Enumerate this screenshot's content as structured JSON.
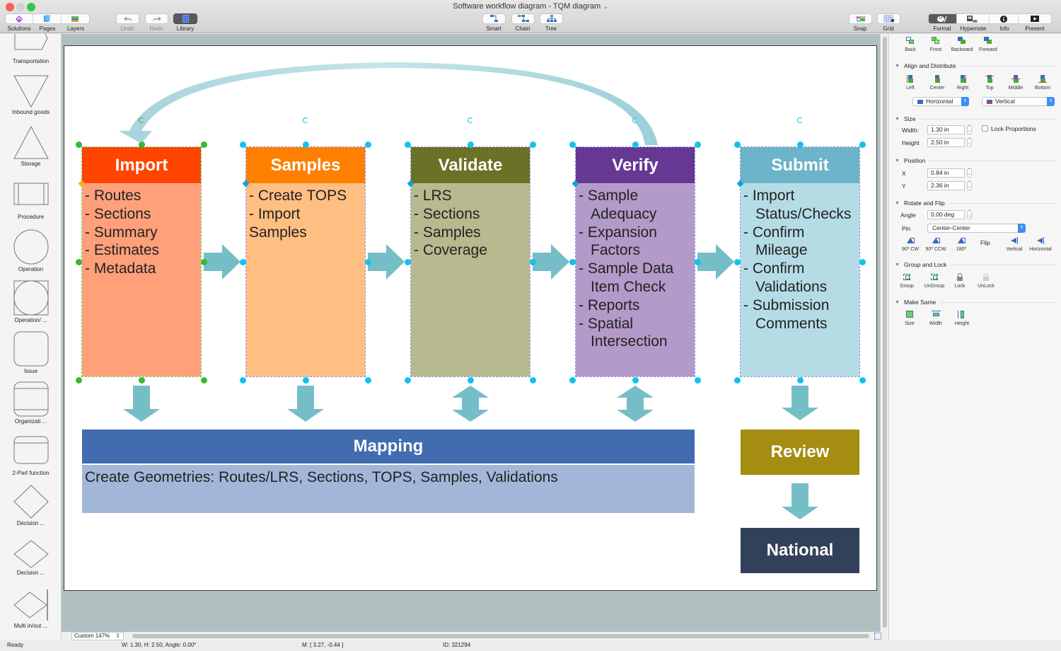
{
  "window": {
    "title": "Software workflow diagram - TQM diagram",
    "title_chevron": "⌄"
  },
  "toolbar": {
    "left_group": [
      {
        "id": "solutions",
        "label": "Solutions",
        "icon": "solutions-icon"
      },
      {
        "id": "pages",
        "label": "Pages",
        "icon": "pages-icon"
      },
      {
        "id": "layers",
        "label": "Layers",
        "icon": "layers-icon"
      }
    ],
    "undo_label": "Undo",
    "redo_label": "Redo",
    "library_label": "Library",
    "center_group": [
      {
        "id": "smart",
        "label": "Smart"
      },
      {
        "id": "chain",
        "label": "Chain"
      },
      {
        "id": "tree",
        "label": "Tree"
      }
    ],
    "snap_label": "Snap",
    "grid_label": "Grid",
    "right_group": [
      {
        "id": "format",
        "label": "Format",
        "active": true
      },
      {
        "id": "hypernote",
        "label": "Hypernote"
      },
      {
        "id": "info",
        "label": "Info"
      },
      {
        "id": "present",
        "label": "Present"
      }
    ]
  },
  "library": {
    "items": [
      {
        "label": "Transportation",
        "shape": "arrow-pentagon"
      },
      {
        "label": "Inbound goods",
        "shape": "triangle-down"
      },
      {
        "label": "Storage",
        "shape": "triangle-up"
      },
      {
        "label": "Procedure",
        "shape": "rect-bars"
      },
      {
        "label": "Operation",
        "shape": "circle"
      },
      {
        "label": "Operation/ ...",
        "shape": "circle-square"
      },
      {
        "label": "Issue",
        "shape": "rounded-square"
      },
      {
        "label": "Organizati ...",
        "shape": "rounded-bands"
      },
      {
        "label": "2-Part function",
        "shape": "rounded-top-band"
      },
      {
        "label": "Decision ...",
        "shape": "diamond"
      },
      {
        "label": "Decision ...",
        "shape": "diamond-flat"
      },
      {
        "label": "Multi in/out ...",
        "shape": "diamond-bar"
      }
    ]
  },
  "diagram": {
    "arrow_color": "#76bec7",
    "loop_arrow": {
      "from": "Verify",
      "to": "Import"
    },
    "processes": [
      {
        "title": "Import",
        "header_color": "#ff4500",
        "body_color": "#ffa07a",
        "selected_style": "green",
        "lines": [
          {
            "t": "- Routes"
          },
          {
            "t": "- Sections"
          },
          {
            "t": "- Summary"
          },
          {
            "t": "- Estimates"
          },
          {
            "t": "- Metadata"
          }
        ]
      },
      {
        "title": "Samples",
        "header_color": "#ff7f00",
        "body_color": "#ffbe82",
        "selected_style": "blue",
        "lines": [
          {
            "t": "- Create TOPS"
          },
          {
            "t": "- Import"
          },
          {
            "t": "Samples"
          }
        ]
      },
      {
        "title": "Validate",
        "header_color": "#6b7126",
        "body_color": "#b7b98e",
        "selected_style": "blue",
        "lines": [
          {
            "t": "- LRS"
          },
          {
            "t": "- Sections"
          },
          {
            "t": "- Samples"
          },
          {
            "t": "- Coverage"
          }
        ]
      },
      {
        "title": "Verify",
        "header_color": "#663893",
        "body_color": "#b29ac9",
        "selected_style": "blue",
        "lines": [
          {
            "t": "- Sample"
          },
          {
            "t": "Adequacy",
            "cont": true
          },
          {
            "t": "- Expansion"
          },
          {
            "t": "Factors",
            "cont": true
          },
          {
            "t": "- Sample Data"
          },
          {
            "t": "Item Check",
            "cont": true
          },
          {
            "t": "- Reports"
          },
          {
            "t": "- Spatial"
          },
          {
            "t": "Intersection",
            "cont": true
          }
        ]
      },
      {
        "title": "Submit",
        "header_color": "#6cb4c9",
        "body_color": "#b5dce5",
        "selected_style": "blue",
        "lines": [
          {
            "t": "- Import"
          },
          {
            "t": "Status/Checks",
            "cont": true
          },
          {
            "t": "- Confirm"
          },
          {
            "t": "Mileage",
            "cont": true
          },
          {
            "t": "- Confirm"
          },
          {
            "t": "Validations",
            "cont": true
          },
          {
            "t": "- Submission"
          },
          {
            "t": "Comments",
            "cont": true
          }
        ]
      }
    ],
    "mapping": {
      "title": "Mapping",
      "header_color": "#416cb0",
      "body_color": "#a2b6d8",
      "text": "Create Geometries: Routes/LRS, Sections, TOPS, Samples, Validations"
    },
    "review": {
      "title": "Review",
      "color": "#a48d11"
    },
    "national": {
      "title": "National",
      "color": "#33405a"
    }
  },
  "canvas": {
    "zoom_label": "Custom 147%"
  },
  "panel": {
    "order": [
      {
        "label": "Back"
      },
      {
        "label": "Front"
      },
      {
        "label": "Backward"
      },
      {
        "label": "Forward"
      }
    ],
    "align_section": "Align and Distribute",
    "align": [
      {
        "label": "Left"
      },
      {
        "label": "Center"
      },
      {
        "label": "Right"
      },
      {
        "label": "Top"
      },
      {
        "label": "Middle"
      },
      {
        "label": "Bottom"
      }
    ],
    "distribute_h": "Horizontal",
    "distribute_v": "Vertical",
    "size_section": "Size",
    "width_label": "Width:",
    "width_value": "1.30 in",
    "height_label": "Height",
    "height_value": "2.50 in",
    "lock_proportions": "Lock Proportions",
    "lock_proportions_checked": false,
    "position_section": "Position",
    "x_label": "X",
    "x_value": "0.84 in",
    "y_label": "Y",
    "y_value": "2.36 in",
    "rotate_section": "Rotate and Flip",
    "angle_label": "Angle",
    "angle_value": "0.00 deg",
    "pin_label": "Pin",
    "pin_value": "Center-Center",
    "rotate": [
      {
        "label": "90º CW"
      },
      {
        "label": "90º CCW"
      },
      {
        "label": "180º"
      }
    ],
    "flip_label": "Flip",
    "flip": [
      {
        "label": "Vertical"
      },
      {
        "label": "Horizontal"
      }
    ],
    "group_section": "Group and Lock",
    "group": [
      {
        "label": "Group"
      },
      {
        "label": "UnGroup"
      },
      {
        "label": "Lock"
      },
      {
        "label": "UnLock"
      }
    ],
    "same_section": "Make Same",
    "same": [
      {
        "label": "Size"
      },
      {
        "label": "Width"
      },
      {
        "label": "Height"
      }
    ]
  },
  "status": {
    "state": "Ready",
    "dimensions": "W: 1.30,  H: 2.50,  Angle: 0.00°",
    "mouse": "M: [ 3.27, -0.44 ]",
    "id": "ID: 321294"
  }
}
